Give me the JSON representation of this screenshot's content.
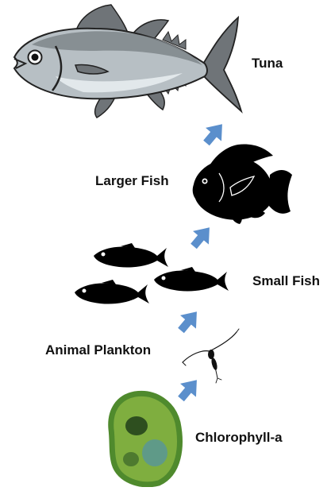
{
  "labels": {
    "tuna": "Tuna",
    "larger_fish": "Larger Fish",
    "small_fish": "Small Fish",
    "animal_plankton": "Animal Plankton",
    "chlorophyll": "Chlorophyll-a"
  },
  "icons": [
    "tuna-icon",
    "larger-fish-icon",
    "small-fish-icon",
    "animal-plankton-icon",
    "chlorophyll-cell-icon",
    "arrow-up-right-icon"
  ],
  "colors": {
    "arrow": "#5b8fcc",
    "tuna_body": "#b7bfc4",
    "tuna_fin": "#6f7478",
    "silhouette": "#000000",
    "cell": "#7fae3f",
    "cell_outline": "#4f8a2d"
  }
}
